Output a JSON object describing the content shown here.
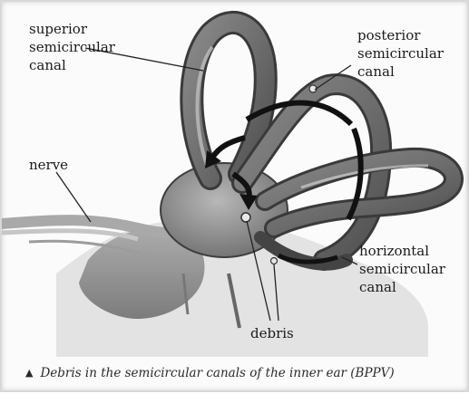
{
  "labels": {
    "superior": [
      "superior",
      "semicircular",
      "canal"
    ],
    "posterior": [
      "posterior",
      "semicircular",
      "canal"
    ],
    "nerve": "nerve",
    "horizontal": [
      "horizontal",
      "semicircular",
      "canal"
    ],
    "debris": "debris"
  },
  "caption": {
    "marker": "▲",
    "text": "Debris in the semicircular canals of the inner ear (BPPV)"
  }
}
